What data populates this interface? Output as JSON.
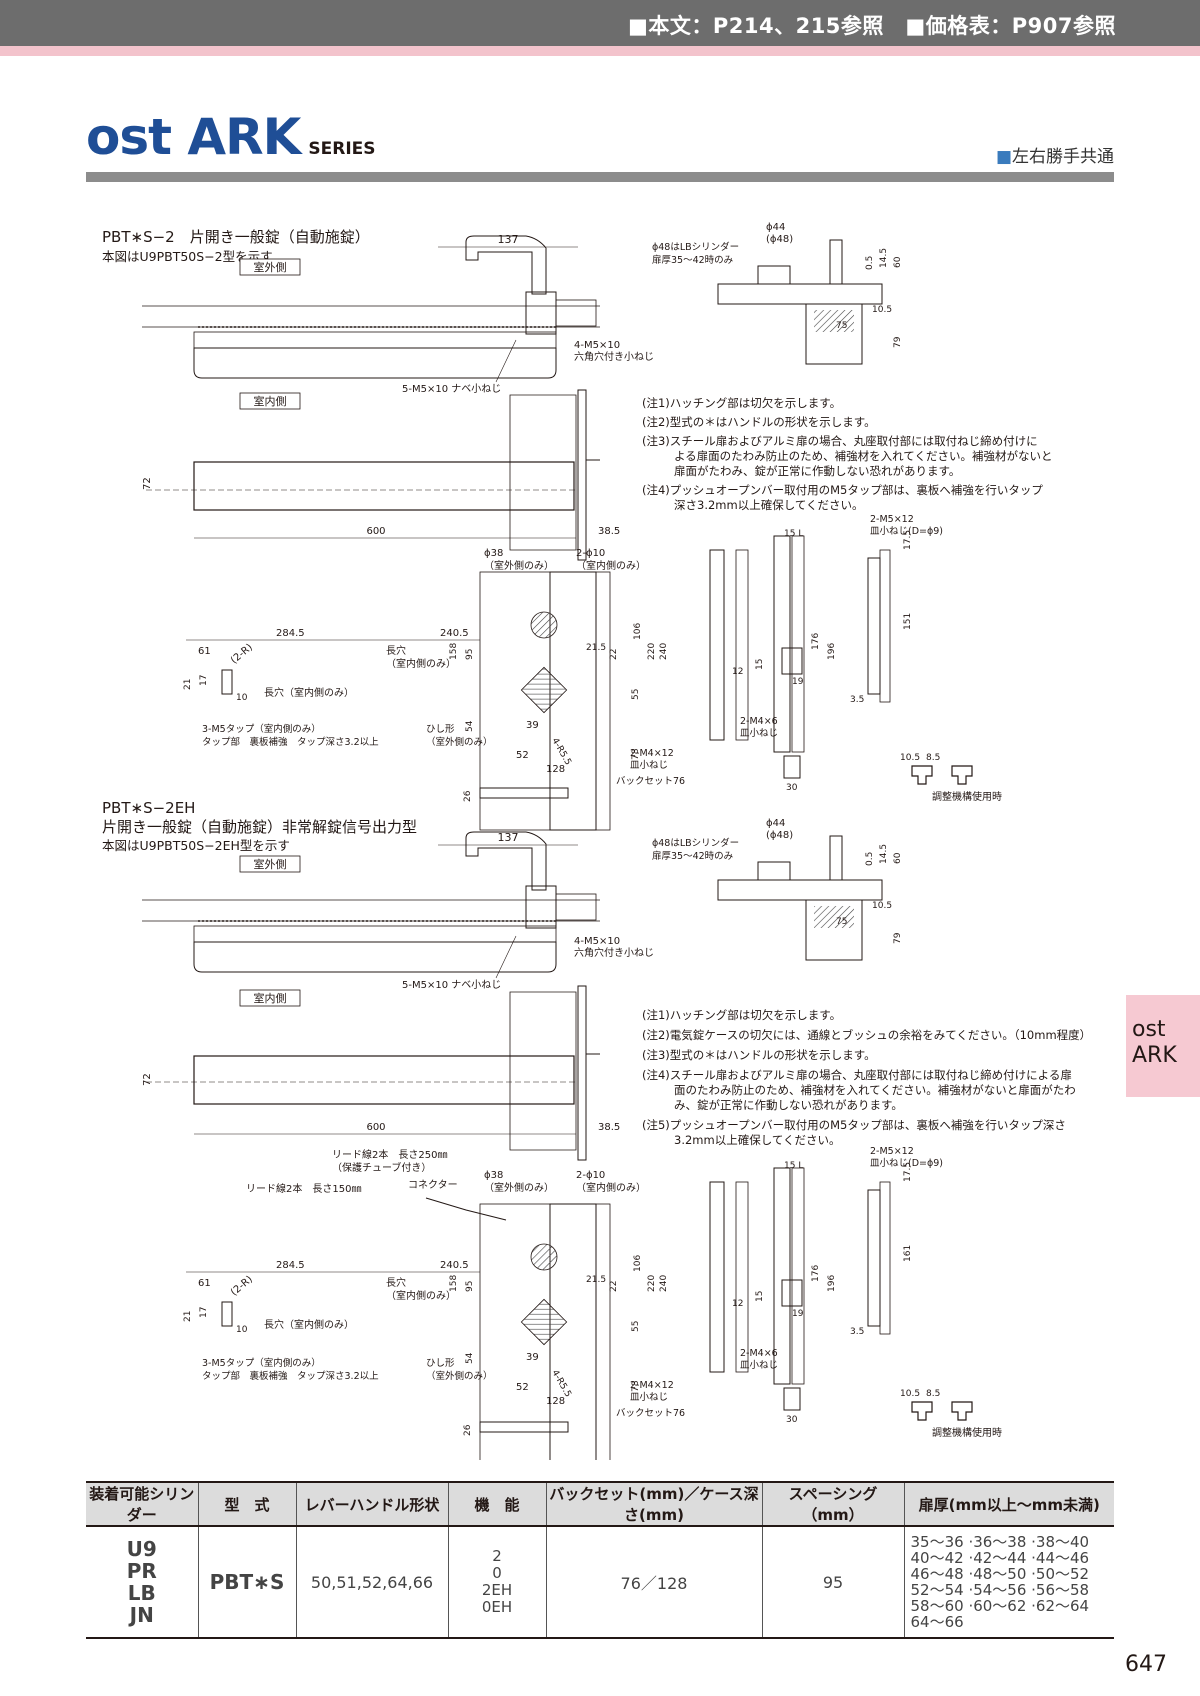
{
  "header": {
    "reference": "■本文：P214、215参照　■価格表：P907参照"
  },
  "series": {
    "brand": "ost ARK",
    "sub": "SERIES",
    "common_note_mark": "■",
    "common_note": "左右勝手共通"
  },
  "section1": {
    "title": "PBT∗S−2　片開き一般錠（自動施錠）",
    "subtitle": "本図はU9PBT50S−2型を示す",
    "outdoor": "室外側",
    "indoor": "室内側",
    "notes": [
      "(注1)ハッチング部は切欠を示します。",
      "(注2)型式の＊はハンドルの形状を示します。",
      "(注3)スチール扉およびアルミ扉の場合、丸座取付部には取付ねじ締め付けに",
      "よる扉面のたわみ防止のため、補強材を入れてください。補強材がないと",
      "扉面がたわみ、錠が正常に作動しない恐れがあります。",
      "(注4)プッシュオープンバー取付用のM5タップ部は、裏板へ補強を行いタップ",
      "深さ3.2mm以上確保してください。"
    ]
  },
  "section2": {
    "title": "PBT∗S−2EH",
    "title2": "片開き一般錠（自動施錠）非常解錠信号出力型",
    "subtitle": "本図はU9PBT50S−2EH型を示す",
    "outdoor": "室外側",
    "indoor": "室内側",
    "lead1": "リード線2本　長さ250㎜",
    "lead1b": "（保護チューブ付き）",
    "lead2": "リード線2本　長さ150㎜",
    "connector": "コネクター",
    "notes": [
      "(注1)ハッチング部は切欠を示します。",
      "(注2)電気錠ケースの切欠には、通線とブッシュの余裕をみてください。（10mm程度）",
      "(注3)型式の＊はハンドルの形状を示します。",
      "(注4)スチール扉およびアルミ扉の場合、丸座取付部には取付ねじ締め付けによる扉",
      "面のたわみ防止のため、補強材を入れてください。補強材がないと扉面がたわ",
      "み、錠が正常に作動しない恐れがあります。",
      "(注5)プッシュオープンバー取付用のM5タップ部は、裏板へ補強を行いタップ深さ",
      "3.2mm以上確保してください。"
    ]
  },
  "labels": {
    "d137": "137",
    "d600": "600",
    "d72": "72",
    "d38_5": "38.5",
    "screw_a": "4-M5×10",
    "screw_a2": "六角穴付き小ねじ",
    "screw_b": "5-M5×10 ナベ小ねじ",
    "phi44": "ϕ44",
    "phi48": "(ϕ48)",
    "lb_note1": "ϕ48はLBシリンダー",
    "lb_note2": "扉厚35〜42時のみ",
    "d60": "60",
    "d14_5": "14.5",
    "d0_5": "0.5",
    "d10_5": "10.5",
    "d75": "75",
    "d79": "79",
    "phi38": "ϕ38",
    "phi38_sub": "（室外側のみ）",
    "phi10": "2-ϕ10",
    "phi10_sub": "（室内側のみ）",
    "d284_5": "284.5",
    "d240_5": "240.5",
    "d61": "61",
    "d2R": "(2-R)",
    "long_hole": "長穴",
    "long_hole_sub": "（室内側のみ）",
    "long_hole2": "長穴（室内側のみ）",
    "d21": "21",
    "d17": "17",
    "d10": "10",
    "d158": "158",
    "d95": "95",
    "d54": "54",
    "d39": "39",
    "d21_5": "21.5",
    "d106": "106",
    "d220": "220",
    "d240": "240",
    "d22": "22",
    "d55": "55",
    "d78": "78",
    "r35_5": "4-R5.5",
    "tap1": "3-M5タップ（室内側のみ）",
    "tap2": "タップ部　裏板補強　タップ深さ3.2以上",
    "hishi": "ひし形",
    "hishi_sub": "（室外側のみ）",
    "d52": "52",
    "d128": "128",
    "m4x12": "2-M4×12",
    "m4x12_sub": "皿小ねじ",
    "backset": "バックセット76",
    "d26": "26",
    "d15L": "15 L",
    "d176": "176",
    "d196": "196",
    "d151": "151",
    "d161": "161",
    "d15": "15",
    "d12": "12",
    "d19": "19",
    "d3_5": "3.5",
    "d17_5": "17.5",
    "m5x12": "2-M5×12",
    "m5x12_sub": "皿小ねじ(D=ϕ9)",
    "m4x6": "2-M4×6",
    "m4x6_sub": "皿小ねじ",
    "d30": "30",
    "d8_5": "8.5",
    "adjust": "調整機構使用時"
  },
  "side_tab": {
    "line1": "ost",
    "line2": "ARK"
  },
  "table": {
    "headers": [
      "装着可能シリンダー",
      "型　式",
      "レバーハンドル形状",
      "機　能",
      "バックセット(mm)／ケース深さ(mm)",
      "スペーシング（mm）",
      "扉厚(mm以上〜mm未満)"
    ],
    "cylinders": [
      "U9",
      "PR",
      "LB",
      "JN"
    ],
    "model": "PBT∗S",
    "handles": "50,51,52,64,66",
    "functions": [
      "2",
      "0",
      "2EH",
      "0EH"
    ],
    "backset": "76／128",
    "spacing": "95",
    "thickness": [
      "35〜36 ·36〜38 ·38〜40",
      "40〜42 ·42〜44 ·44〜46",
      "46〜48 ·48〜50 ·50〜52",
      "52〜54 ·54〜56 ·56〜58",
      "58〜60 ·60〜62 ·62〜64",
      "64〜66"
    ]
  },
  "page_number": "647"
}
